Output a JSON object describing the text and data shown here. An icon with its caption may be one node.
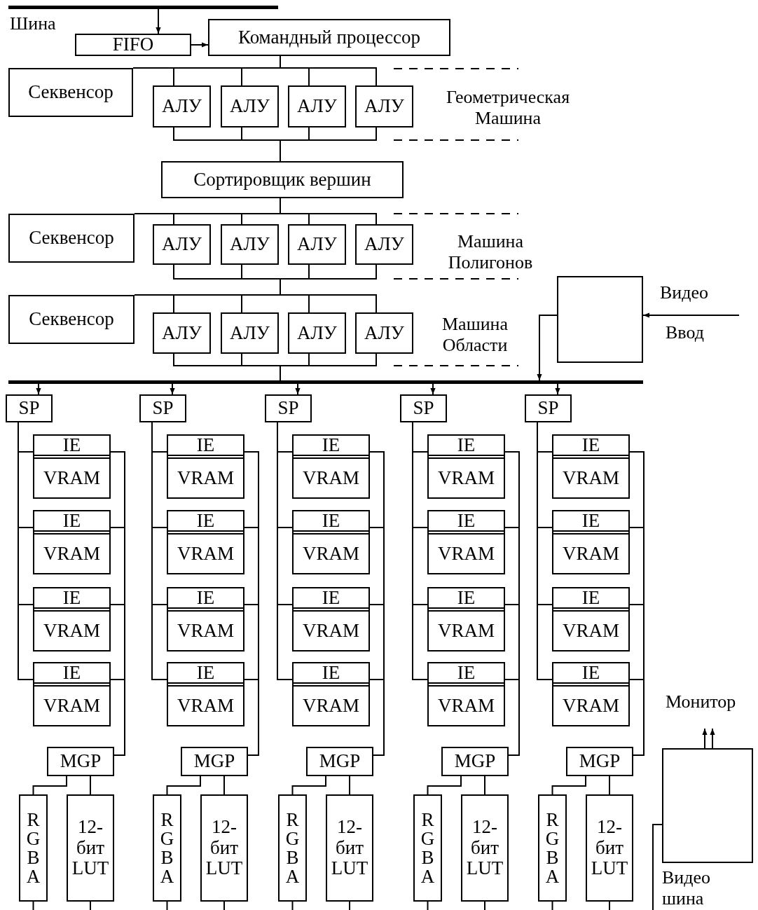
{
  "diagram": {
    "nodes": [
      {
        "text": [],
        "shape": "bar",
        "beside": [
          "Шина"
        ]
      },
      {
        "text": [
          "FIFO"
        ]
      },
      {
        "text": [
          "Командный процессор"
        ]
      },
      {
        "text": [
          "Секвенсор"
        ]
      },
      {
        "text": [
          "АЛУ"
        ]
      },
      {
        "text": [
          "АЛУ"
        ]
      },
      {
        "text": [
          "АЛУ"
        ]
      },
      {
        "text": [
          "АЛУ"
        ]
      },
      {
        "text": [
          "Сортировщик вершин"
        ]
      },
      {
        "text": [
          "Секвенсор"
        ]
      },
      {
        "text": [
          "АЛУ"
        ]
      },
      {
        "text": [
          "АЛУ"
        ]
      },
      {
        "text": [
          "АЛУ"
        ]
      },
      {
        "text": [
          "АЛУ"
        ]
      },
      {
        "text": [
          "Секвенсор"
        ]
      },
      {
        "text": [
          "АЛУ"
        ]
      },
      {
        "text": [
          "АЛУ"
        ]
      },
      {
        "text": [
          "АЛУ"
        ]
      },
      {
        "text": [
          "АЛУ"
        ]
      },
      {
        "text": [],
        "shape": "box"
      },
      {
        "text": [],
        "shape": "bar"
      },
      {
        "text": [
          "SP"
        ]
      },
      {
        "text": [
          "IE",
          "VRAM"
        ]
      },
      {
        "text": [
          "IE",
          "VRAM"
        ]
      },
      {
        "text": [
          "IE",
          "VRAM"
        ]
      },
      {
        "text": [
          "IE",
          "VRAM"
        ]
      },
      {
        "text": [
          "MGP"
        ]
      },
      {
        "text": [
          "RGBA"
        ]
      },
      {
        "text": [
          "12-бит LUT"
        ]
      },
      {
        "text": [
          "SP"
        ]
      },
      {
        "text": [
          "IE",
          "VRAM"
        ]
      },
      {
        "text": [
          "IE",
          "VRAM"
        ]
      },
      {
        "text": [
          "IE",
          "VRAM"
        ]
      },
      {
        "text": [
          "IE",
          "VRAM"
        ]
      },
      {
        "text": [
          "MGP"
        ]
      },
      {
        "text": [
          "RGBA"
        ]
      },
      {
        "text": [
          "12-бит LUT"
        ]
      },
      {
        "text": [
          "SP"
        ]
      },
      {
        "text": [
          "IE",
          "VRAM"
        ]
      },
      {
        "text": [
          "IE",
          "VRAM"
        ]
      },
      {
        "text": [
          "IE",
          "VRAM"
        ]
      },
      {
        "text": [
          "IE",
          "VRAM"
        ]
      },
      {
        "text": [
          "MGP"
        ]
      },
      {
        "text": [
          "RGBA"
        ]
      },
      {
        "text": [
          "12-бит LUT"
        ]
      },
      {
        "text": [
          "SP"
        ]
      },
      {
        "text": [
          "IE",
          "VRAM"
        ]
      },
      {
        "text": [
          "IE",
          "VRAM"
        ]
      },
      {
        "text": [
          "IE",
          "VRAM"
        ]
      },
      {
        "text": [
          "IE",
          "VRAM"
        ]
      },
      {
        "text": [
          "MGP"
        ]
      },
      {
        "text": [
          "RGBA"
        ]
      },
      {
        "text": [
          "12-бит LUT"
        ]
      },
      {
        "text": [
          "SP"
        ]
      },
      {
        "text": [
          "IE",
          "VRAM"
        ]
      },
      {
        "text": [
          "IE",
          "VRAM"
        ]
      },
      {
        "text": [
          "IE",
          "VRAM"
        ]
      },
      {
        "text": [
          "IE",
          "VRAM"
        ]
      },
      {
        "text": [
          "MGP"
        ]
      },
      {
        "text": [
          "RGBA"
        ]
      },
      {
        "text": [
          "12-бит LUT"
        ]
      },
      {
        "text": [],
        "shape": "box"
      }
    ],
    "edges": [
      {
        "from": 0,
        "to": 1,
        "arrow": "to"
      },
      {
        "from": 1,
        "to": 2,
        "arrow": "to"
      },
      {
        "from": 2,
        "to": 3,
        "arrow": "none"
      },
      {
        "from": 2,
        "to": 4,
        "arrow": "none"
      },
      {
        "from": 2,
        "to": 5,
        "arrow": "none"
      },
      {
        "from": 2,
        "to": 6,
        "arrow": "none"
      },
      {
        "from": 2,
        "to": 7,
        "arrow": "none"
      },
      {
        "from": 4,
        "to": 8,
        "arrow": "none"
      },
      {
        "from": 5,
        "to": 8,
        "arrow": "none"
      },
      {
        "from": 6,
        "to": 8,
        "arrow": "none"
      },
      {
        "from": 7,
        "to": 8,
        "arrow": "none"
      },
      {
        "from": 8,
        "to": 9,
        "arrow": "none"
      },
      {
        "from": 8,
        "to": 10,
        "arrow": "none"
      },
      {
        "from": 8,
        "to": 11,
        "arrow": "none"
      },
      {
        "from": 8,
        "to": 12,
        "arrow": "none"
      },
      {
        "from": 8,
        "to": 13,
        "arrow": "none"
      },
      {
        "from": 10,
        "to": 14,
        "arrow": "none"
      },
      {
        "from": 10,
        "to": 15,
        "arrow": "none"
      },
      {
        "from": 10,
        "to": 16,
        "arrow": "none"
      },
      {
        "from": 10,
        "to": 17,
        "arrow": "none"
      },
      {
        "from": 10,
        "to": 18,
        "arrow": "none"
      },
      {
        "from": 11,
        "to": 14,
        "arrow": "none"
      },
      {
        "from": 11,
        "to": 15,
        "arrow": "none"
      },
      {
        "from": 11,
        "to": 16,
        "arrow": "none"
      },
      {
        "from": 11,
        "to": 17,
        "arrow": "none"
      },
      {
        "from": 11,
        "to": 18,
        "arrow": "none"
      },
      {
        "from": 12,
        "to": 14,
        "arrow": "none"
      },
      {
        "from": 12,
        "to": 15,
        "arrow": "none"
      },
      {
        "from": 12,
        "to": 16,
        "arrow": "none"
      },
      {
        "from": 12,
        "to": 17,
        "arrow": "none"
      },
      {
        "from": 12,
        "to": 18,
        "arrow": "none"
      },
      {
        "from": 13,
        "to": 14,
        "arrow": "none"
      },
      {
        "from": 13,
        "to": 15,
        "arrow": "none"
      },
      {
        "from": 13,
        "to": 16,
        "arrow": "none"
      },
      {
        "from": 13,
        "to": 17,
        "arrow": "none"
      },
      {
        "from": 13,
        "to": 18,
        "arrow": "none"
      },
      {
        "from": 15,
        "to": 20,
        "arrow": "none"
      },
      {
        "from": 16,
        "to": 20,
        "arrow": "none"
      },
      {
        "from": 17,
        "to": 20,
        "arrow": "none"
      },
      {
        "from": 18,
        "to": 20,
        "arrow": "none"
      },
      {
        "from": null,
        "to": 19,
        "arrow": "to"
      },
      {
        "from": 19,
        "to": 20,
        "arrow": "to"
      },
      {
        "from": 20,
        "to": 21,
        "arrow": "to"
      },
      {
        "from": 20,
        "to": 29,
        "arrow": "to"
      },
      {
        "from": 20,
        "to": 37,
        "arrow": "to"
      },
      {
        "from": 20,
        "to": 45,
        "arrow": "to"
      },
      {
        "from": 20,
        "to": 53,
        "arrow": "to"
      },
      {
        "from": 21,
        "to": 22,
        "arrow": "none"
      },
      {
        "from": 21,
        "to": 23,
        "arrow": "none"
      },
      {
        "from": 21,
        "to": 24,
        "arrow": "none"
      },
      {
        "from": 21,
        "to": 25,
        "arrow": "none"
      },
      {
        "from": 22,
        "to": 26,
        "arrow": "none"
      },
      {
        "from": 23,
        "to": 26,
        "arrow": "none"
      },
      {
        "from": 24,
        "to": 26,
        "arrow": "none"
      },
      {
        "from": 25,
        "to": 26,
        "arrow": "none"
      },
      {
        "from": 26,
        "to": 27,
        "arrow": "none"
      },
      {
        "from": 26,
        "to": 28,
        "arrow": "none"
      },
      {
        "from": 27,
        "to": null,
        "arrow": "none"
      },
      {
        "from": 28,
        "to": null,
        "arrow": "none"
      },
      {
        "from": 29,
        "to": 30,
        "arrow": "none"
      },
      {
        "from": 29,
        "to": 31,
        "arrow": "none"
      },
      {
        "from": 29,
        "to": 32,
        "arrow": "none"
      },
      {
        "from": 29,
        "to": 33,
        "arrow": "none"
      },
      {
        "from": 30,
        "to": 34,
        "arrow": "none"
      },
      {
        "from": 31,
        "to": 34,
        "arrow": "none"
      },
      {
        "from": 32,
        "to": 34,
        "arrow": "none"
      },
      {
        "from": 33,
        "to": 34,
        "arrow": "none"
      },
      {
        "from": 34,
        "to": 35,
        "arrow": "none"
      },
      {
        "from": 34,
        "to": 36,
        "arrow": "none"
      },
      {
        "from": 35,
        "to": null,
        "arrow": "none"
      },
      {
        "from": 36,
        "to": null,
        "arrow": "none"
      },
      {
        "from": 37,
        "to": 38,
        "arrow": "none"
      },
      {
        "from": 37,
        "to": 39,
        "arrow": "none"
      },
      {
        "from": 37,
        "to": 40,
        "arrow": "none"
      },
      {
        "from": 37,
        "to": 41,
        "arrow": "none"
      },
      {
        "from": 38,
        "to": 42,
        "arrow": "none"
      },
      {
        "from": 39,
        "to": 42,
        "arrow": "none"
      },
      {
        "from": 40,
        "to": 42,
        "arrow": "none"
      },
      {
        "from": 41,
        "to": 42,
        "arrow": "none"
      },
      {
        "from": 42,
        "to": 43,
        "arrow": "none"
      },
      {
        "from": 42,
        "to": 44,
        "arrow": "none"
      },
      {
        "from": 43,
        "to": null,
        "arrow": "none"
      },
      {
        "from": 44,
        "to": null,
        "arrow": "none"
      },
      {
        "from": 45,
        "to": 46,
        "arrow": "none"
      },
      {
        "from": 45,
        "to": 47,
        "arrow": "none"
      },
      {
        "from": 45,
        "to": 48,
        "arrow": "none"
      },
      {
        "from": 45,
        "to": 49,
        "arrow": "none"
      },
      {
        "from": 46,
        "to": 50,
        "arrow": "none"
      },
      {
        "from": 47,
        "to": 50,
        "arrow": "none"
      },
      {
        "from": 48,
        "to": 50,
        "arrow": "none"
      },
      {
        "from": 49,
        "to": 50,
        "arrow": "none"
      },
      {
        "from": 50,
        "to": 51,
        "arrow": "none"
      },
      {
        "from": 50,
        "to": 52,
        "arrow": "none"
      },
      {
        "from": 51,
        "to": null,
        "arrow": "none"
      },
      {
        "from": 52,
        "to": null,
        "arrow": "none"
      },
      {
        "from": 53,
        "to": 54,
        "arrow": "none"
      },
      {
        "from": 53,
        "to": 55,
        "arrow": "none"
      },
      {
        "from": 53,
        "to": 56,
        "arrow": "none"
      },
      {
        "from": 53,
        "to": 57,
        "arrow": "none"
      },
      {
        "from": 54,
        "to": 58,
        "arrow": "none"
      },
      {
        "from": 55,
        "to": 58,
        "arrow": "none"
      },
      {
        "from": 56,
        "to": 58,
        "arrow": "none"
      },
      {
        "from": 57,
        "to": 58,
        "arrow": "none"
      },
      {
        "from": 58,
        "to": 59,
        "arrow": "none"
      },
      {
        "from": 58,
        "to": 60,
        "arrow": "none"
      },
      {
        "from": 59,
        "to": null,
        "arrow": "none"
      },
      {
        "from": 60,
        "to": null,
        "arrow": "none"
      },
      {
        "from": 61,
        "to": null,
        "arrow": "to"
      },
      {
        "from": 61,
        "to": null,
        "arrow": "to"
      },
      {
        "from": null,
        "to": 61,
        "arrow": "none"
      }
    ],
    "labels": [
      "Геометрическая Машина",
      "Машина Полигонов",
      "Машина Области",
      "Видео",
      "Ввод",
      "Монитор",
      "Видео шина"
    ]
  }
}
